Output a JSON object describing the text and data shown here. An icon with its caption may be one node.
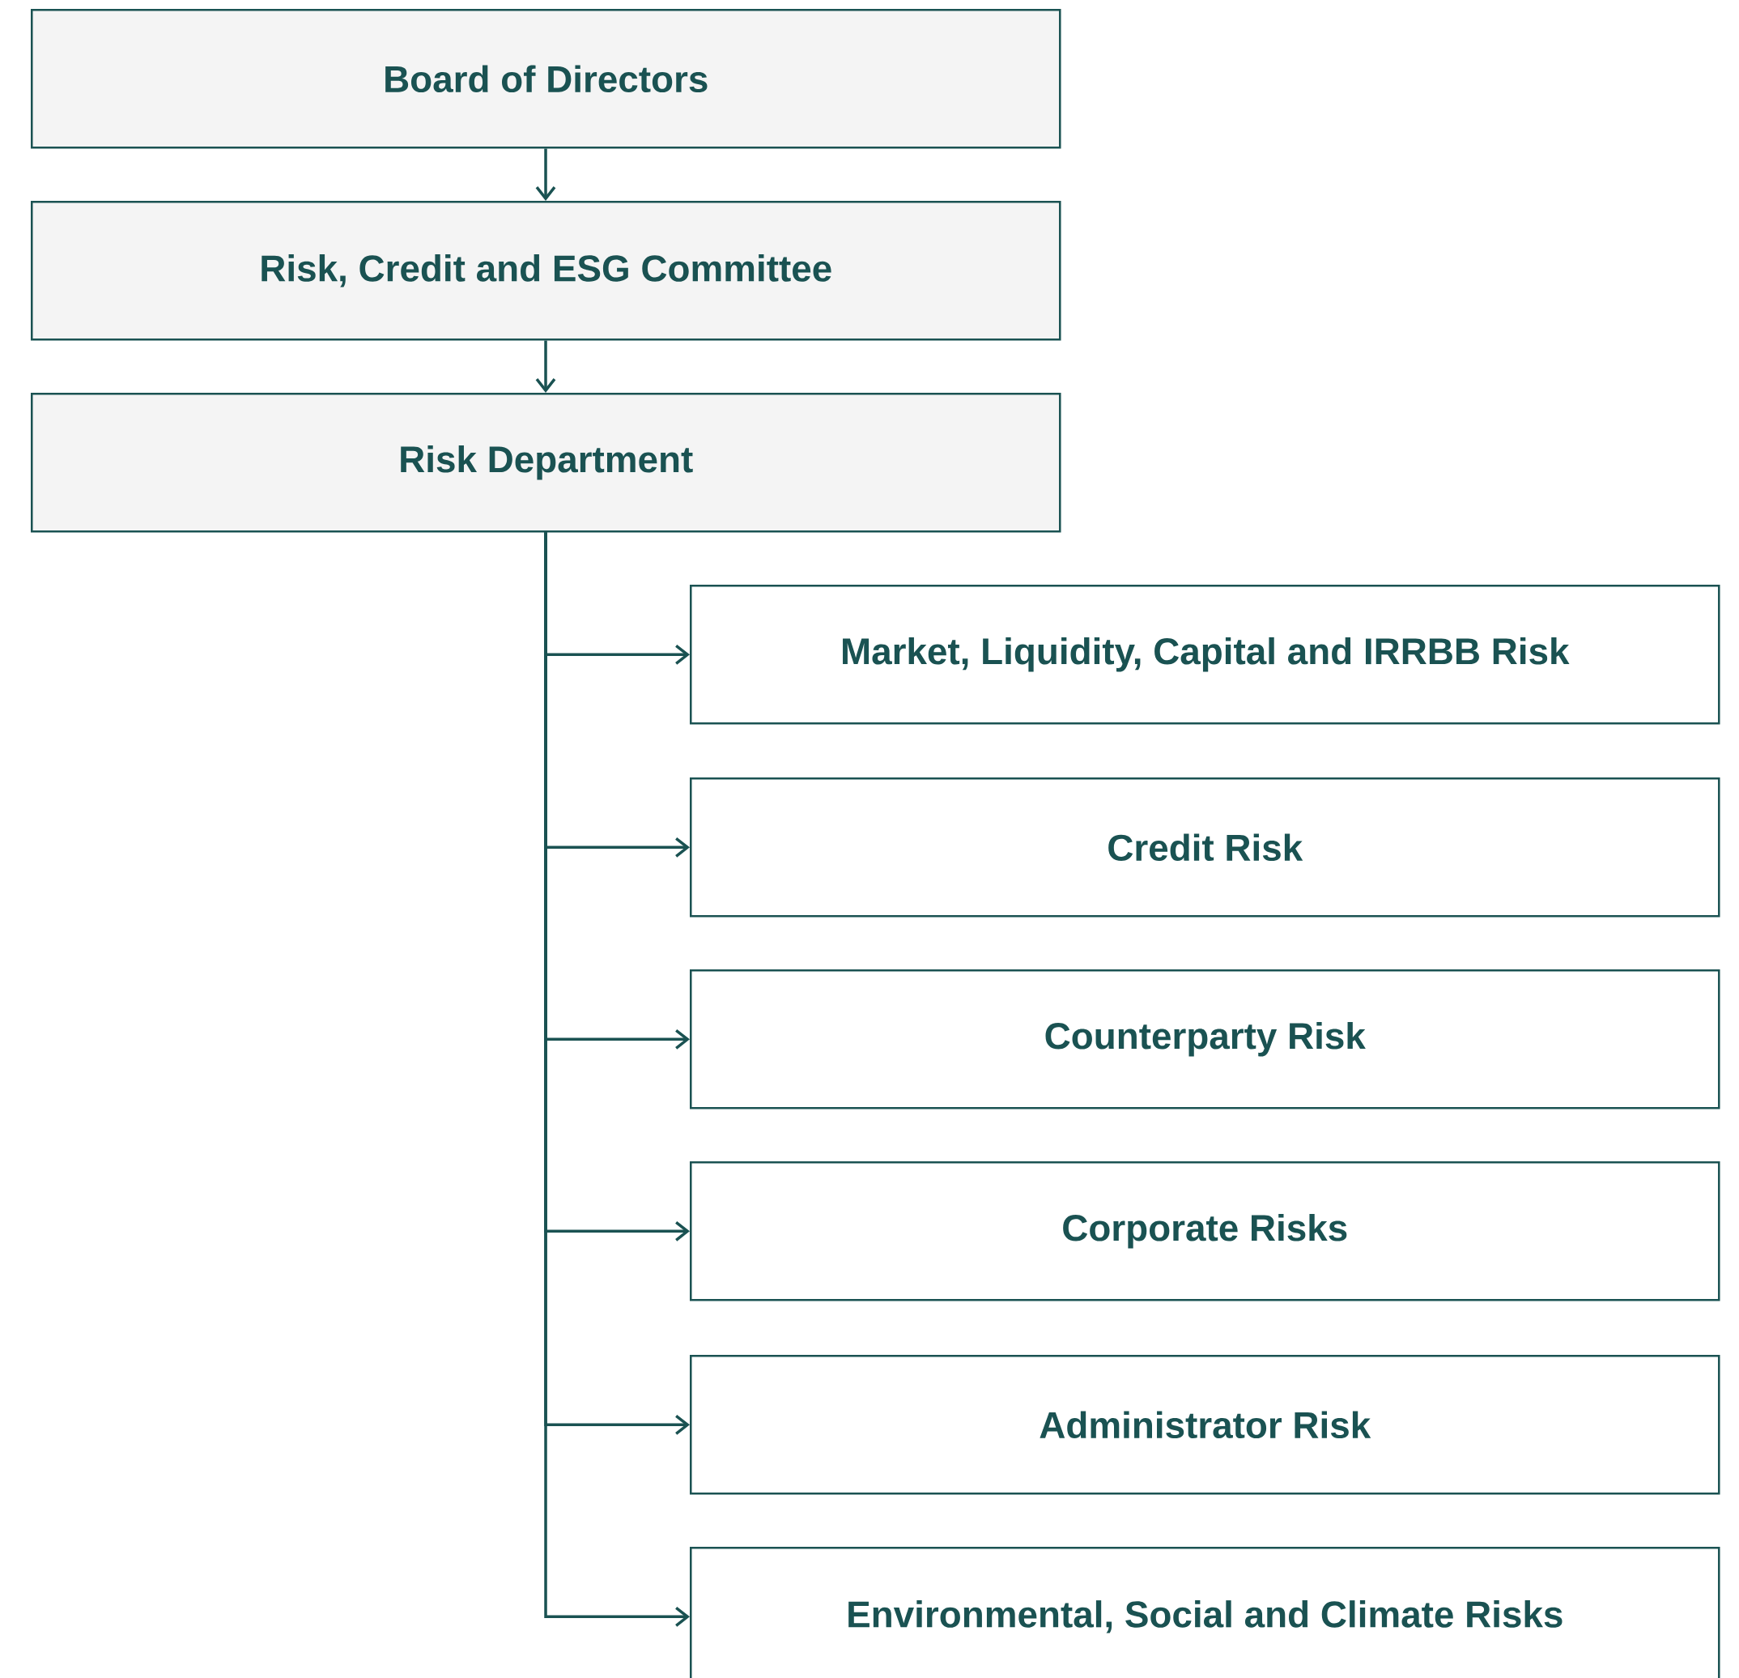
{
  "diagram": {
    "nodes": [
      {
        "text": [
          "Board of Directors"
        ]
      },
      {
        "text": [
          "Risk, Credit and ESG Committee"
        ]
      },
      {
        "text": [
          "Risk Department"
        ]
      },
      {
        "text": [
          "Market, Liquidity, Capital and IRRBB Risk"
        ]
      },
      {
        "text": [
          "Credit Risk"
        ]
      },
      {
        "text": [
          "Counterparty Risk"
        ]
      },
      {
        "text": [
          "Corporate Risks"
        ]
      },
      {
        "text": [
          "Administrator Risk"
        ]
      },
      {
        "text": [
          "Environmental, Social and Climate Risks"
        ]
      }
    ],
    "edges": [
      {
        "from": 0,
        "to": 1,
        "arrow": "to"
      },
      {
        "from": 1,
        "to": 2,
        "arrow": "to"
      },
      {
        "from": 2,
        "to": 3,
        "arrow": "to"
      },
      {
        "from": 2,
        "to": 4,
        "arrow": "to"
      },
      {
        "from": 2,
        "to": 5,
        "arrow": "to"
      },
      {
        "from": 2,
        "to": 6,
        "arrow": "to"
      },
      {
        "from": 2,
        "to": 7,
        "arrow": "to"
      },
      {
        "from": 2,
        "to": 8,
        "arrow": "to"
      }
    ]
  }
}
